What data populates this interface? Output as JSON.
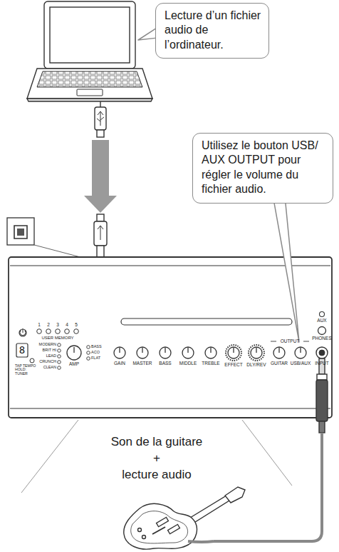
{
  "diagram": {
    "nodes": [
      {
        "text": [
          "Lecture d’un fichier audio de l’ordinateur."
        ]
      },
      {
        "text": [
          "Utilisez le bouton USB/ AUX OUTPUT pour régler le volume du fichier audio."
        ]
      }
    ],
    "labels": [
      "1",
      "2",
      "3",
      "4",
      "5",
      "USER MEMORY",
      "8",
      "MODERN",
      "BRIT HI",
      "LEAD",
      "CRUNCH",
      "CLEAN",
      "TAP TEMPO HOLD: TUNER",
      "AMP",
      "BASS",
      "ACO",
      "FLAT",
      "GAIN",
      "MASTER",
      "BASS",
      "MIDDLE",
      "TREBLE",
      "EFFECT",
      "DLY/REV",
      "OUTPUT",
      "GUITAR",
      "USB/AUX",
      "AUX",
      "PHONES",
      "INPUT",
      "Son de la guitare",
      "+",
      "lecture audio"
    ]
  }
}
